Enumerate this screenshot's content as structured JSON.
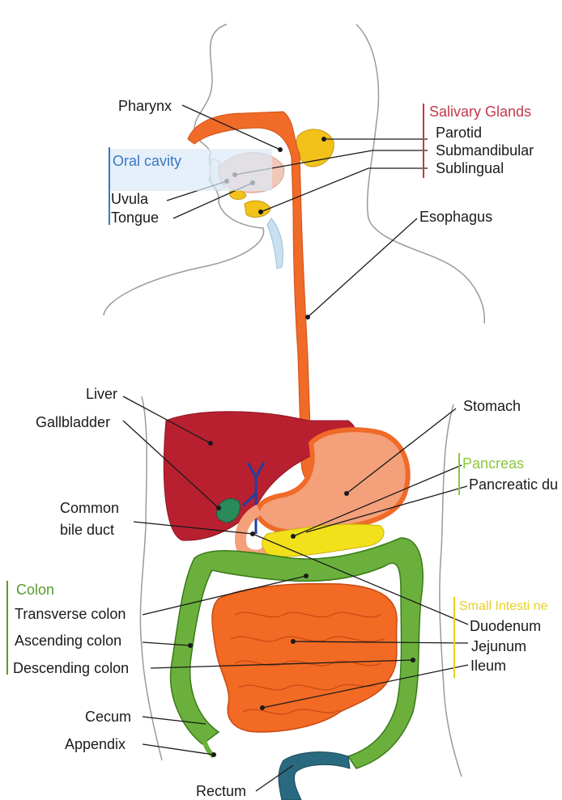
{
  "labels": {
    "pharynx": "Pharynx",
    "oral_cavity": "Oral cavity",
    "uvula": "Uvula",
    "tongue": "Tongue",
    "salivary_glands": "Salivary Glands",
    "parotid": "Parotid",
    "submandibular": "Submandibular",
    "sublingual": "Sublingual",
    "esophagus": "Esophagus",
    "liver": "Liver",
    "gallbladder": "Gallbladder",
    "stomach": "Stomach",
    "pancreas": "Pancreas",
    "pancreatic_duct": "Pancreatic du",
    "common_bile_duct_1": "Common",
    "common_bile_duct_2": "bile duct",
    "colon": "Colon",
    "transverse_colon": "Transverse colon",
    "ascending_colon": "Ascending colon",
    "descending_colon": "Descending colon",
    "small_intestine": "Small Intesti ne",
    "duodenum": "Duodenum",
    "jejunum": "Jejunum",
    "ileum": "Ileum",
    "cecum": "Cecum",
    "appendix": "Appendix",
    "rectum": "Rectum"
  },
  "colors": {
    "salivary": "#c0394b",
    "oral": "#3a78c2",
    "pancreas": "#8dc63f",
    "colon": "#5a9a2a",
    "small_intestine": "#e8d020",
    "esophagus": "#f06a28",
    "liver": "#b82030",
    "stomach": "#f4a07a",
    "intestine": "#f26a24",
    "colon_fill": "#6bb03c"
  }
}
